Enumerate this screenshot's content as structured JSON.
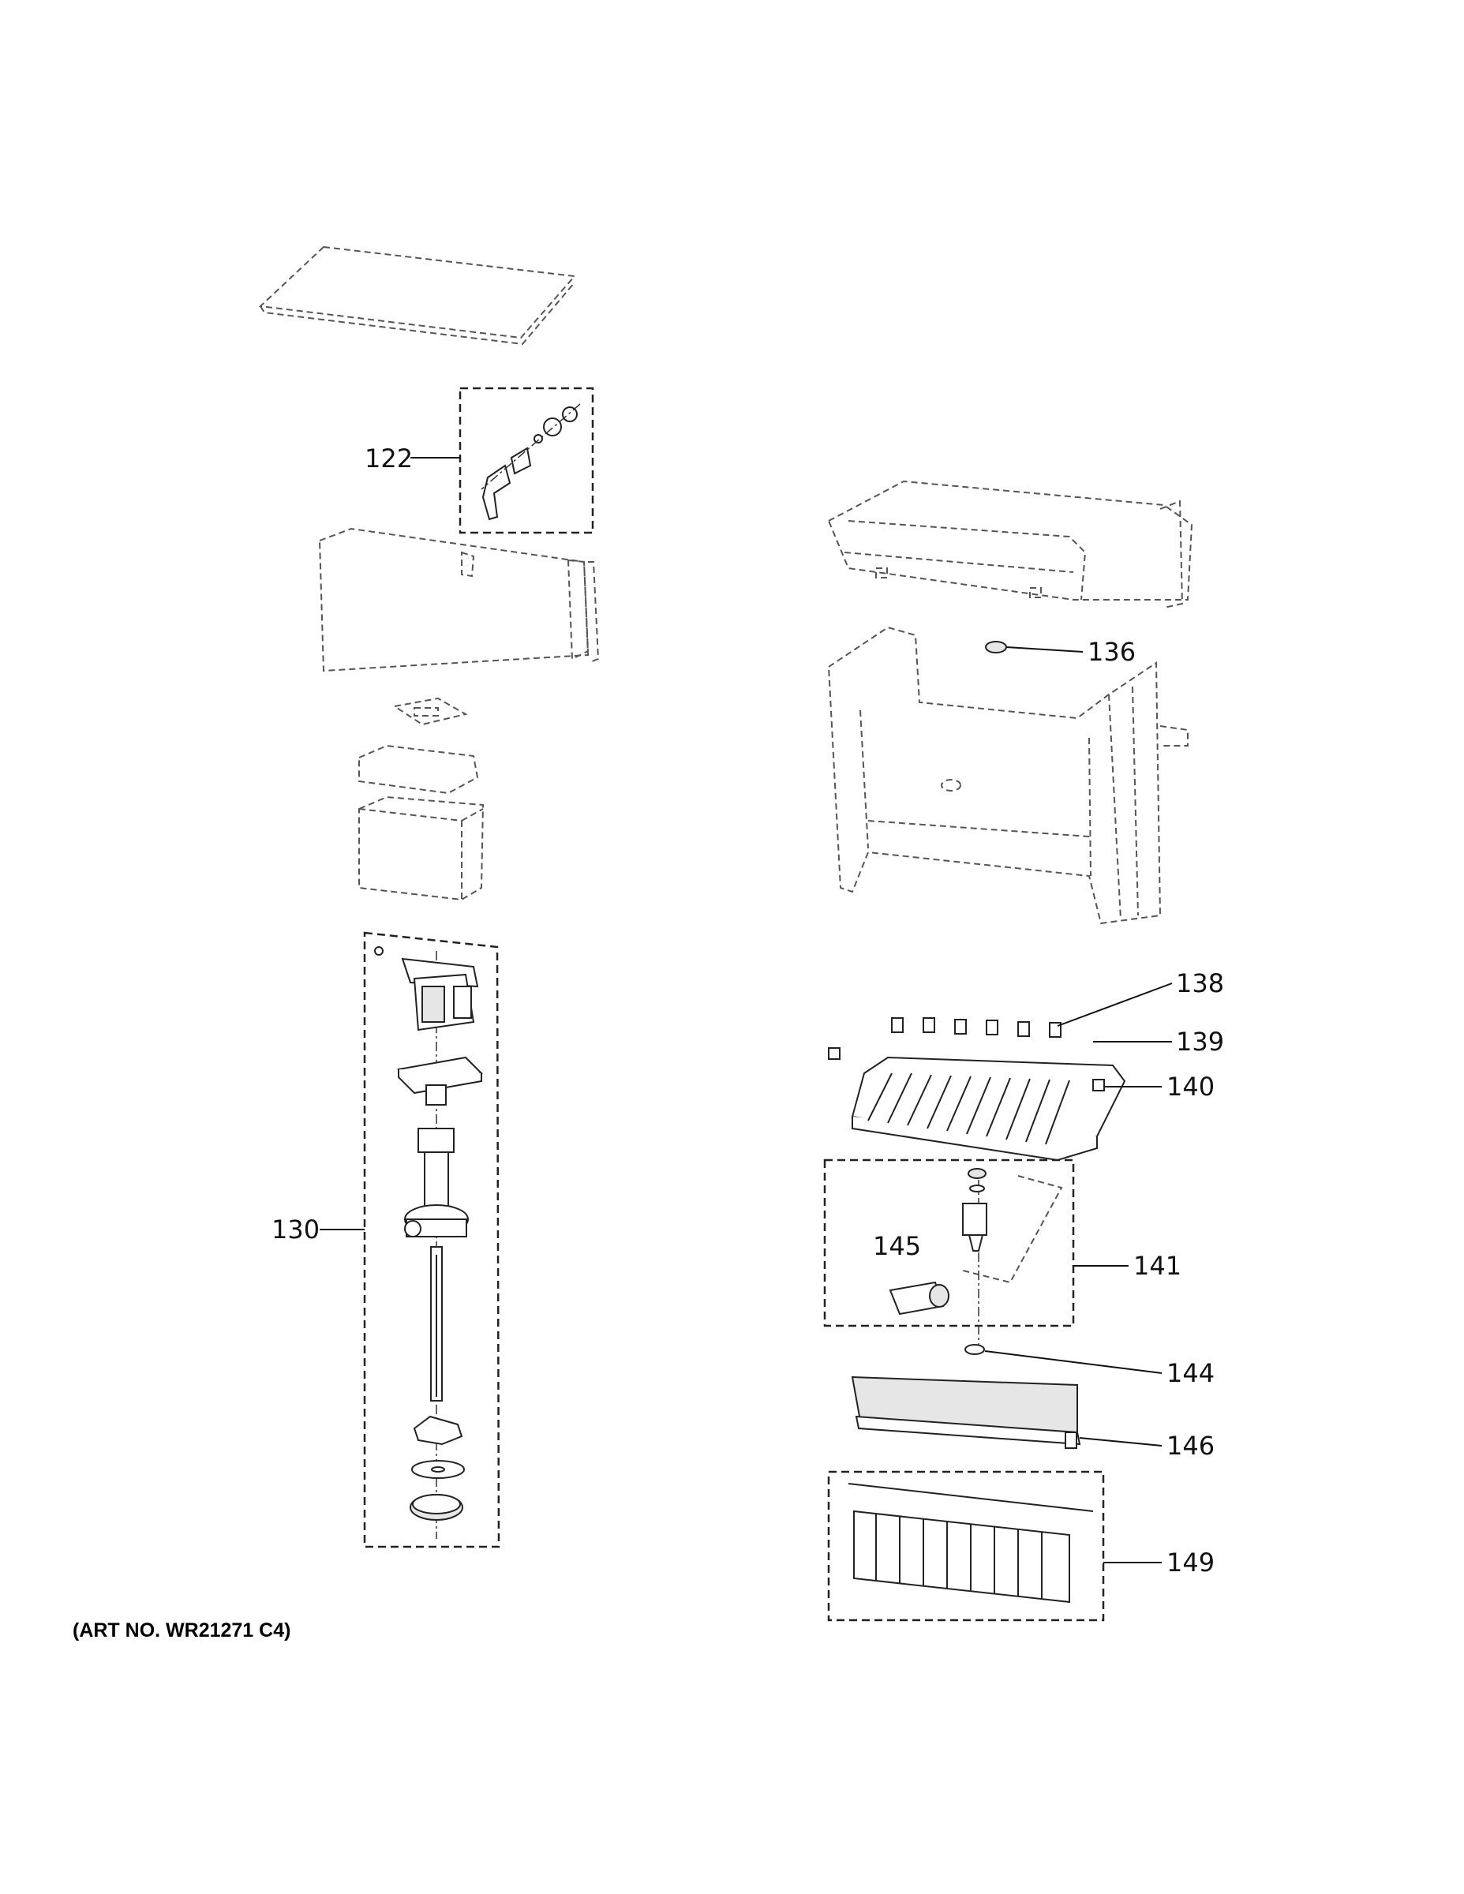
{
  "art_number": "(ART NO. WR21271 C4)",
  "callouts": [
    {
      "id": "122",
      "label": "122"
    },
    {
      "id": "130",
      "label": "130"
    },
    {
      "id": "136",
      "label": "136"
    },
    {
      "id": "138",
      "label": "138"
    },
    {
      "id": "139",
      "label": "139"
    },
    {
      "id": "140",
      "label": "140"
    },
    {
      "id": "141",
      "label": "141"
    },
    {
      "id": "144",
      "label": "144"
    },
    {
      "id": "145",
      "label": "145"
    },
    {
      "id": "146",
      "label": "146"
    },
    {
      "id": "149",
      "label": "149"
    }
  ]
}
